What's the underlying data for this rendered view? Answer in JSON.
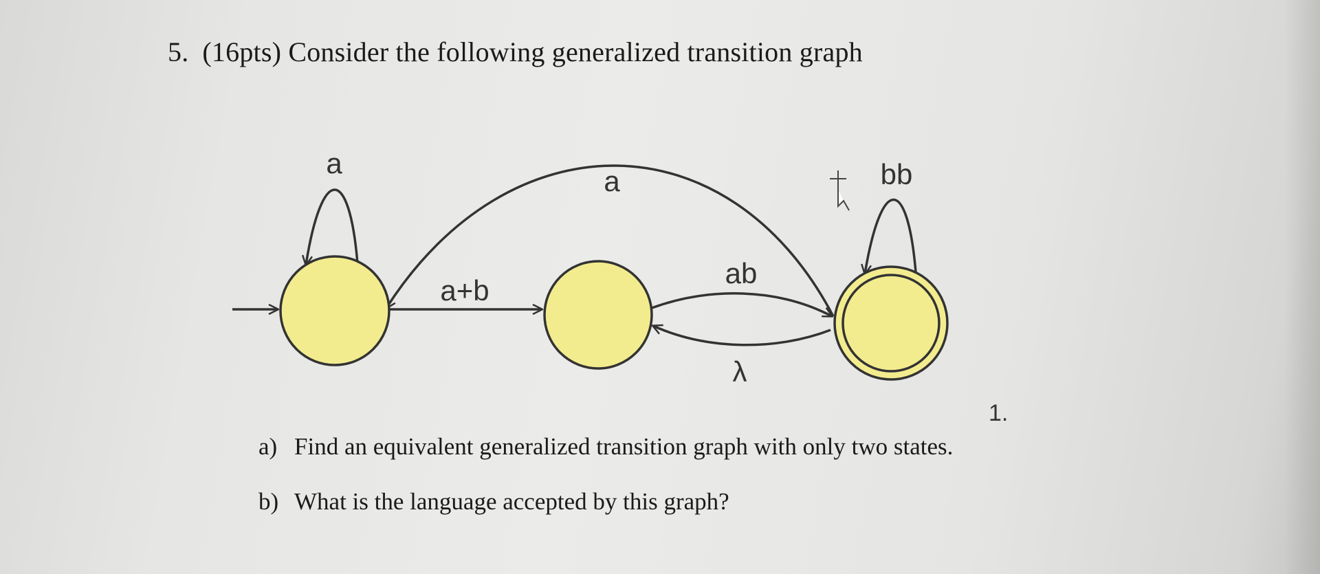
{
  "question": {
    "number": "5.",
    "text": "(16pts) Consider the following generalized transition graph"
  },
  "diagram": {
    "states": [
      {
        "id": "q0",
        "initial": true,
        "final": false
      },
      {
        "id": "q1",
        "initial": false,
        "final": false
      },
      {
        "id": "q2",
        "initial": false,
        "final": true
      }
    ],
    "transitions": [
      {
        "from": "q0",
        "to": "q0",
        "label": "a"
      },
      {
        "from": "q0",
        "to": "q1",
        "label": "a+b"
      },
      {
        "from": "q2",
        "to": "q0",
        "label": "a"
      },
      {
        "from": "q1",
        "to": "q2",
        "label": "ab"
      },
      {
        "from": "q2",
        "to": "q1",
        "label": "λ"
      },
      {
        "from": "q2",
        "to": "q2",
        "label": "bb"
      }
    ],
    "colors": {
      "state_fill": "#f2ec8f",
      "edge_stroke": "#333333"
    }
  },
  "parts": {
    "a": {
      "label": "a)",
      "text": "Find an equivalent generalized transition graph with only two states."
    },
    "b": {
      "label": "b)",
      "text": "What is the language accepted by this graph?"
    }
  },
  "stray_mark": "1."
}
